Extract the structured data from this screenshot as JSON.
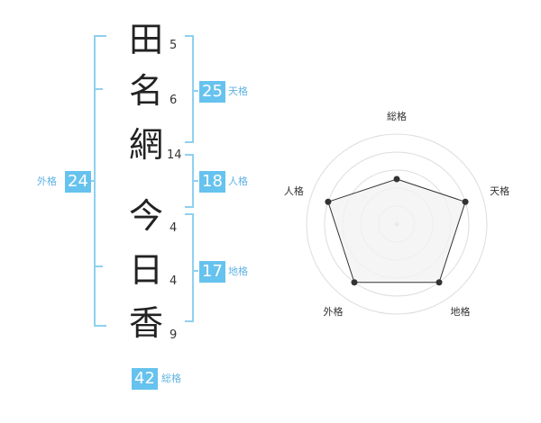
{
  "name": {
    "surname": [
      {
        "char": "田",
        "strokes": "5"
      },
      {
        "char": "名",
        "strokes": "6"
      },
      {
        "char": "網",
        "strokes": "14"
      }
    ],
    "given": [
      {
        "char": "今",
        "strokes": "4"
      },
      {
        "char": "日",
        "strokes": "4"
      },
      {
        "char": "香",
        "strokes": "9"
      }
    ]
  },
  "fortunes": {
    "tenkaku": {
      "value": "25",
      "label": "天格"
    },
    "jinkaku": {
      "value": "18",
      "label": "人格"
    },
    "chikaku": {
      "value": "17",
      "label": "地格"
    },
    "gaikaku": {
      "value": "24",
      "label": "外格"
    },
    "soukaku": {
      "value": "42",
      "label": "総格"
    }
  },
  "colors": {
    "accent": "#66c2ee",
    "bracket": "#8fd0f0",
    "radar_fill": "#f2f2f2",
    "radar_stroke": "#333333",
    "grid": "#dddddd"
  },
  "chart_data": {
    "type": "radar",
    "categories": [
      "総格",
      "天格",
      "地格",
      "外格",
      "人格"
    ],
    "values": [
      2.5,
      4,
      4,
      4,
      4
    ],
    "rmax": 5,
    "grid_levels": 5,
    "grid": true
  }
}
